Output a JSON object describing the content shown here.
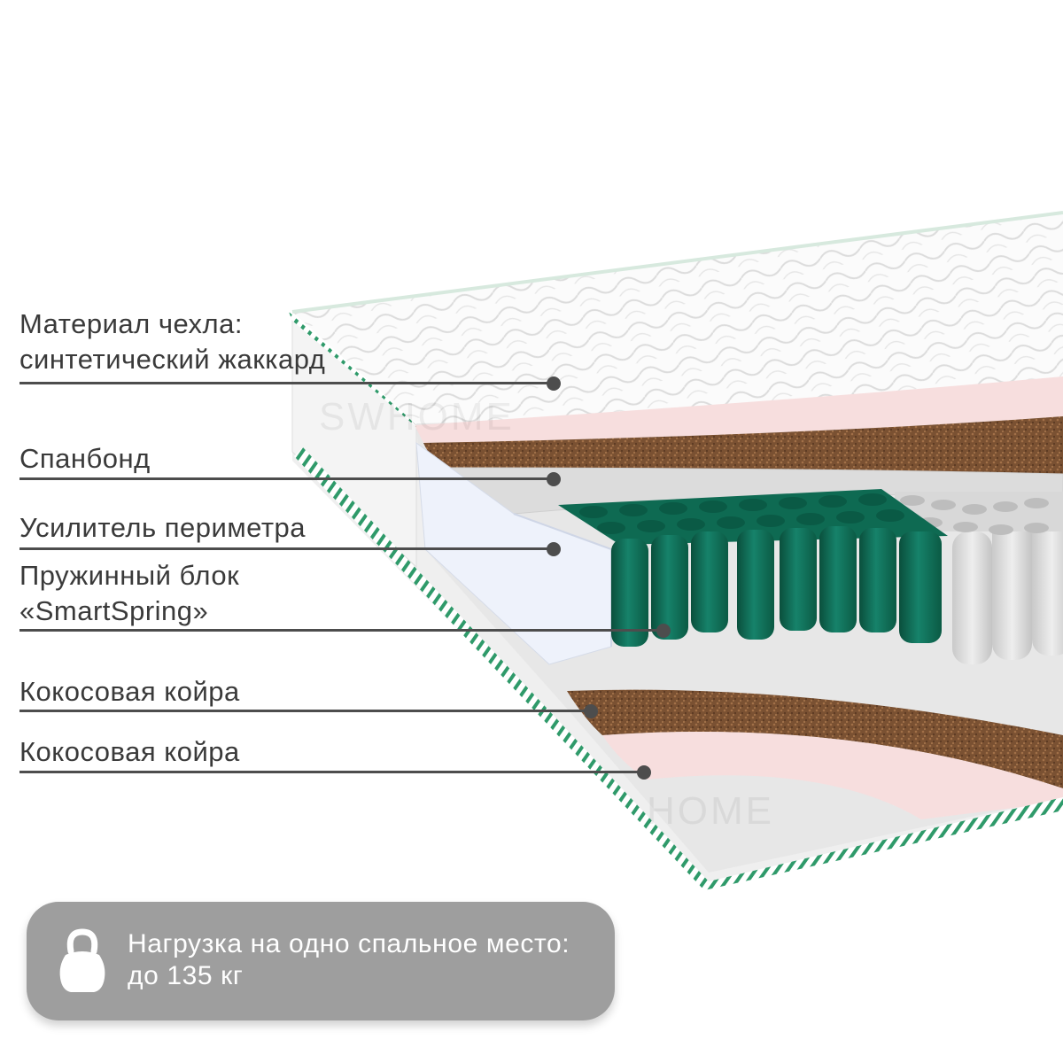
{
  "layers": [
    {
      "id": "cover",
      "lines": [
        "Материал чехла:",
        "синтетический жаккард"
      ]
    },
    {
      "id": "spunbond",
      "lines": [
        "Спанбонд"
      ]
    },
    {
      "id": "perimeter",
      "lines": [
        "Усилитель периметра"
      ]
    },
    {
      "id": "spring-block",
      "lines": [
        "Пружинный блок",
        "«SmartSpring»"
      ]
    },
    {
      "id": "coir-top",
      "lines": [
        "Кокосовая койра"
      ]
    },
    {
      "id": "coir-bottom",
      "lines": [
        "Кокосовая койра"
      ]
    }
  ],
  "load": {
    "icon": "kettlebell-icon",
    "line1": "Нагрузка на одно спальное место:",
    "line2": "до 135 кг"
  },
  "watermark": {
    "top": "SWHOME",
    "bottom": "HOME"
  },
  "colors": {
    "springs": "#0f6b52",
    "coir": "#7a5132",
    "foam_pink": "#f7dede",
    "badge": "#9e9e9e",
    "leader": "#4d4d4d"
  }
}
